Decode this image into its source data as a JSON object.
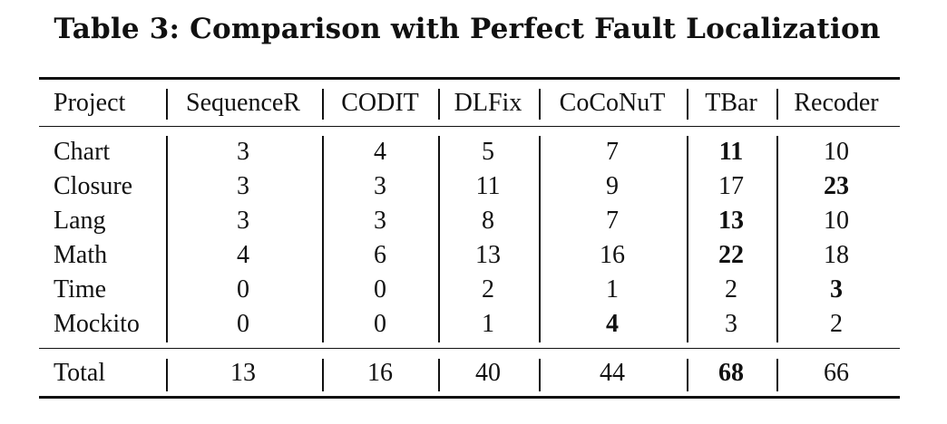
{
  "caption": "Table 3: Comparison with Perfect Fault Localization",
  "table": {
    "headers": [
      "Project",
      "SequenceR",
      "CODIT",
      "DLFix",
      "CoCoNuT",
      "TBar",
      "Recoder"
    ],
    "rows": [
      {
        "cells": [
          "Chart",
          "3",
          "4",
          "5",
          "7",
          "11",
          "10"
        ],
        "bold": [
          5
        ]
      },
      {
        "cells": [
          "Closure",
          "3",
          "3",
          "11",
          "9",
          "17",
          "23"
        ],
        "bold": [
          6
        ]
      },
      {
        "cells": [
          "Lang",
          "3",
          "3",
          "8",
          "7",
          "13",
          "10"
        ],
        "bold": [
          5
        ]
      },
      {
        "cells": [
          "Math",
          "4",
          "6",
          "13",
          "16",
          "22",
          "18"
        ],
        "bold": [
          5
        ]
      },
      {
        "cells": [
          "Time",
          "0",
          "0",
          "2",
          "1",
          "2",
          "3"
        ],
        "bold": [
          6
        ]
      },
      {
        "cells": [
          "Mockito",
          "0",
          "0",
          "1",
          "4",
          "3",
          "2"
        ],
        "bold": [
          4
        ]
      }
    ],
    "total": {
      "cells": [
        "Total",
        "13",
        "16",
        "40",
        "44",
        "68",
        "66"
      ],
      "bold": [
        5
      ]
    }
  }
}
